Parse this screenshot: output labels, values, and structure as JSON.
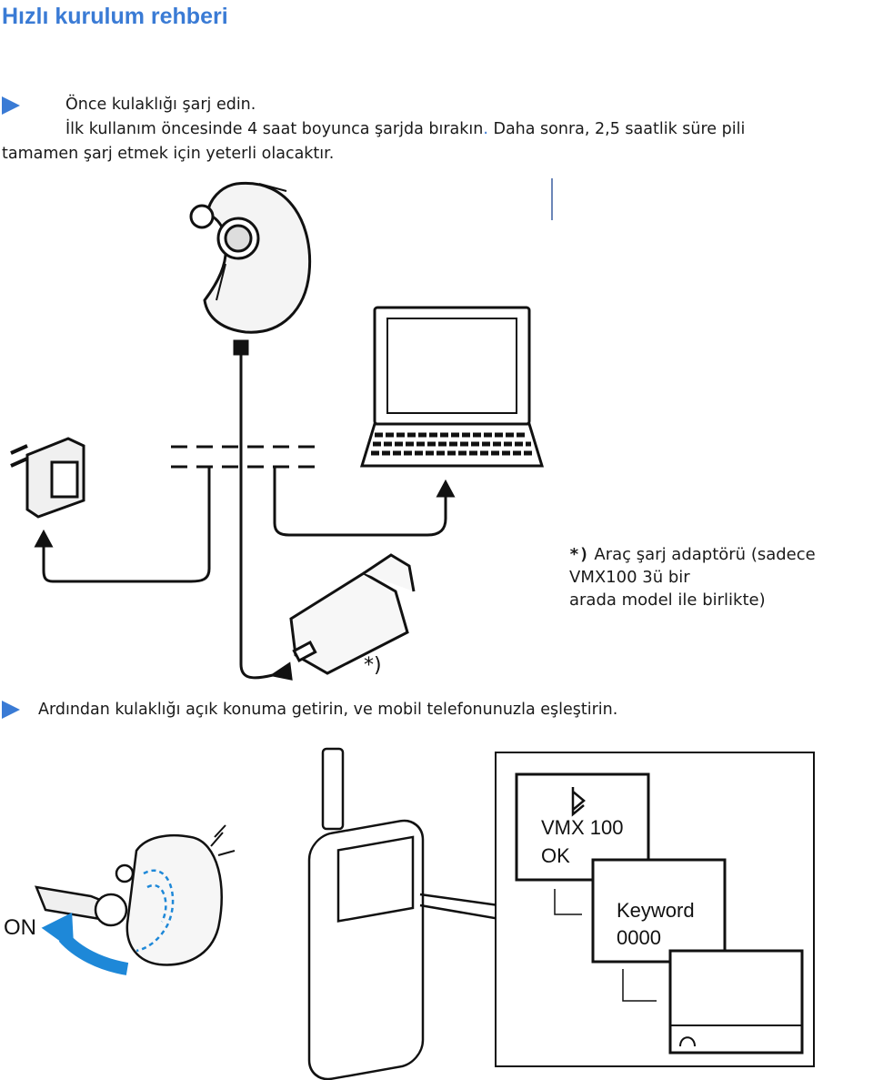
{
  "page": {
    "title": "Hızlı kurulum rehberi"
  },
  "step1": {
    "line1": "Önce kulaklığı şarj edin.",
    "line2a": "İlk kullanım öncesinde 4 saat boyunca şarjda bırakın",
    "line2dot": ".",
    "line2b": " Daha sonra, 2,5 saatlik süre pili",
    "line3": "tamamen şarj etmek için yeterli olacaktır."
  },
  "note": {
    "marker": "*)",
    "line1": " Araç şarj adaptörü (sadece",
    "line2": "VMX100 3ü bir",
    "line3": "arada model ile birlikte)"
  },
  "figure1": {
    "car_adapter_mark": "*)"
  },
  "step2": {
    "text": "Ardından kulaklığı açık konuma getirin, ve mobil telefonunuzla eşleştirin."
  },
  "figure2": {
    "on_label": "ON",
    "screen1_line1": "VMX 100",
    "screen1_line2": "OK",
    "screen2_line1": "Keyword",
    "screen2_line2": "0000"
  },
  "colors": {
    "accent": "#3a7bd5",
    "arrow_blue": "#1e88d8"
  }
}
